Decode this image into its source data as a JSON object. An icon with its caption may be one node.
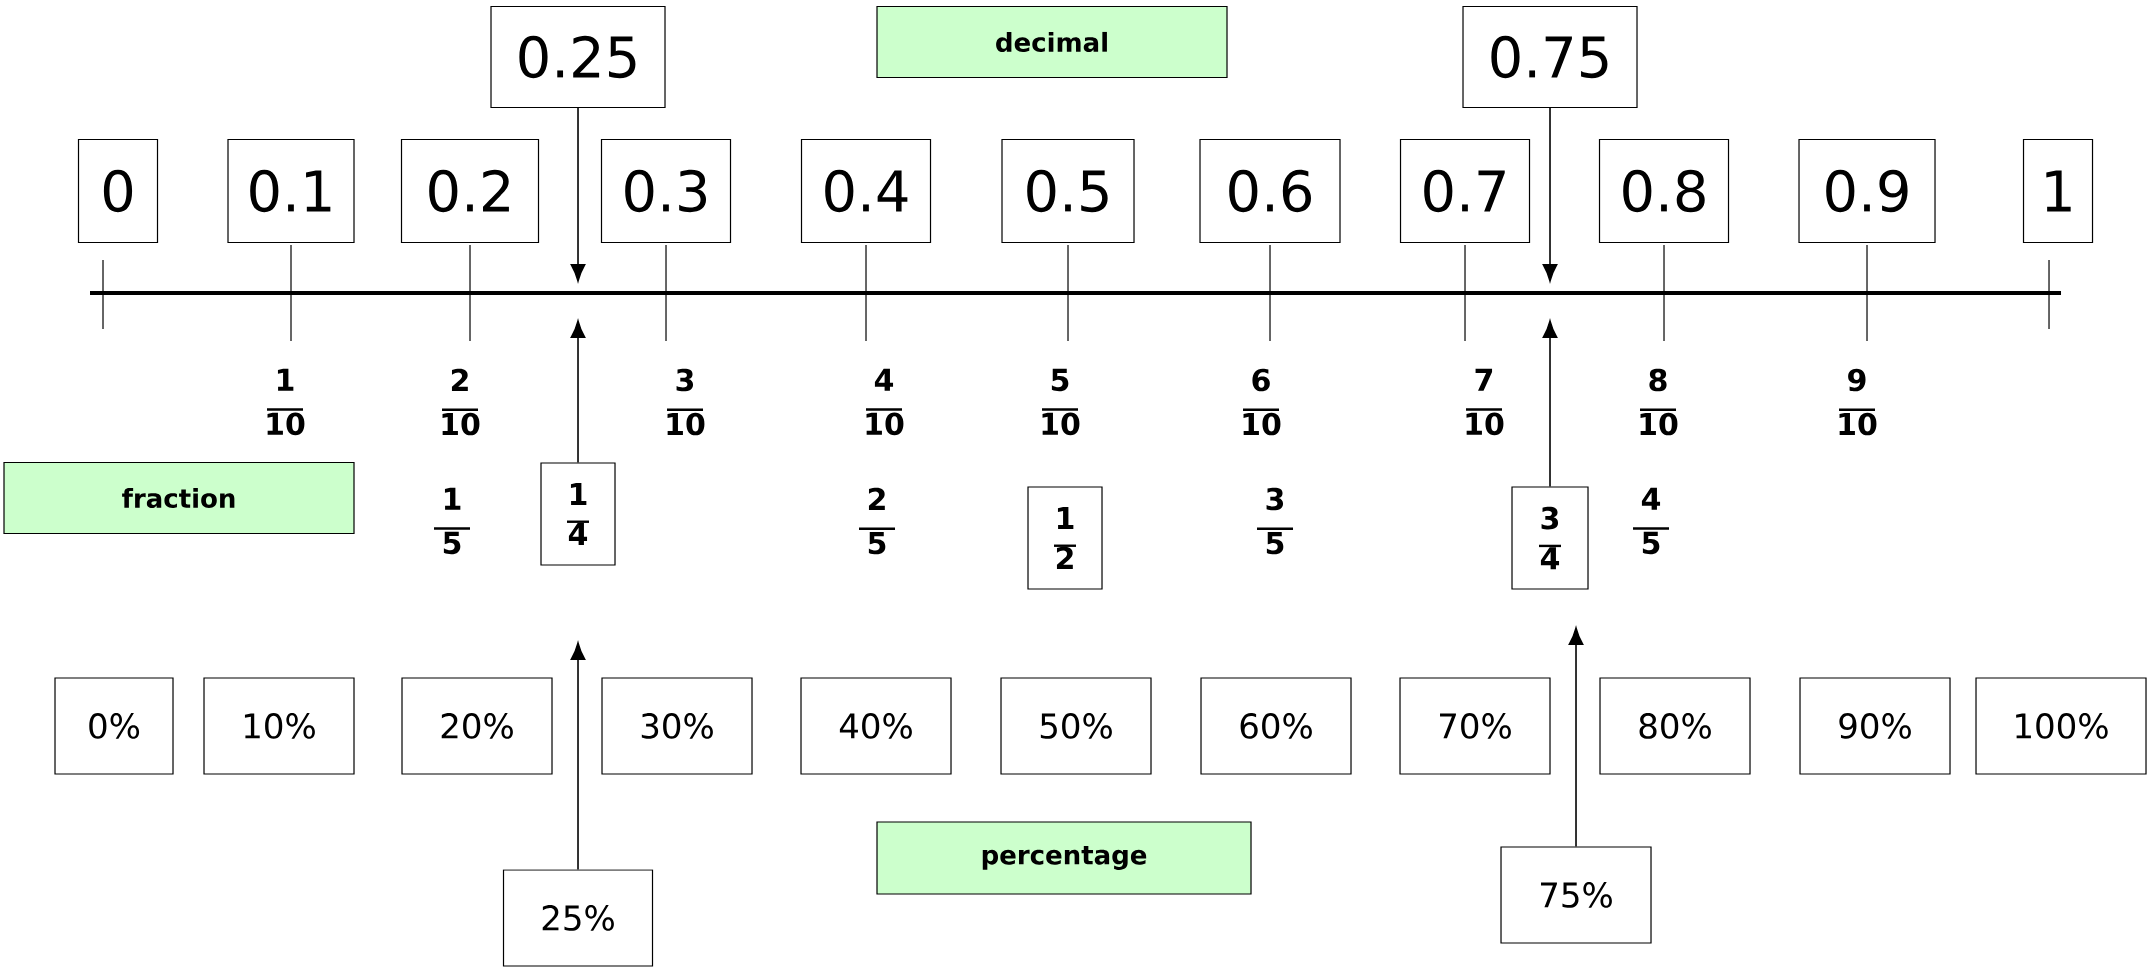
{
  "diagram": {
    "nodes": [
      {
        "text": [
          "0.25"
        ]
      },
      {
        "text": [
          "decimal"
        ]
      },
      {
        "text": [
          "0.75"
        ]
      },
      {
        "text": [
          "0"
        ]
      },
      {
        "text": [
          "0.1"
        ]
      },
      {
        "text": [
          "0.2"
        ]
      },
      {
        "text": [
          "0.3"
        ]
      },
      {
        "text": [
          "0.4"
        ]
      },
      {
        "text": [
          "0.5"
        ]
      },
      {
        "text": [
          "0.6"
        ]
      },
      {
        "text": [
          "0.7"
        ]
      },
      {
        "text": [
          "0.8"
        ]
      },
      {
        "text": [
          "0.9"
        ]
      },
      {
        "text": [
          "1"
        ]
      },
      {
        "text": [
          "fraction"
        ]
      },
      {
        "text": [
          "1",
          "4"
        ]
      },
      {
        "text": [
          "1",
          "2"
        ]
      },
      {
        "text": [
          "3",
          "4"
        ]
      },
      {
        "text": [
          "0%"
        ]
      },
      {
        "text": [
          "10%"
        ]
      },
      {
        "text": [
          "20%"
        ]
      },
      {
        "text": [
          "30%"
        ]
      },
      {
        "text": [
          "40%"
        ]
      },
      {
        "text": [
          "50%"
        ]
      },
      {
        "text": [
          "60%"
        ]
      },
      {
        "text": [
          "70%"
        ]
      },
      {
        "text": [
          "80%"
        ]
      },
      {
        "text": [
          "90%"
        ]
      },
      {
        "text": [
          "100%"
        ]
      },
      {
        "text": [
          "percentage"
        ]
      },
      {
        "text": [
          "25%"
        ]
      },
      {
        "text": [
          "75%"
        ]
      }
    ],
    "edges": [
      {
        "from": 0,
        "to": null,
        "arrow": "to"
      },
      {
        "from": 15,
        "to": null,
        "arrow": "to"
      },
      {
        "from": 30,
        "to": null,
        "arrow": "to"
      },
      {
        "from": 2,
        "to": null,
        "arrow": "to"
      },
      {
        "from": 17,
        "to": null,
        "arrow": "to"
      },
      {
        "from": 31,
        "to": null,
        "arrow": "to"
      }
    ],
    "labels": [
      "1",
      "10",
      "2",
      "10",
      "3",
      "10",
      "4",
      "10",
      "5",
      "10",
      "6",
      "10",
      "7",
      "10",
      "8",
      "10",
      "9",
      "10",
      "1",
      "5",
      "2",
      "5",
      "3",
      "5",
      "4",
      "5"
    ]
  }
}
